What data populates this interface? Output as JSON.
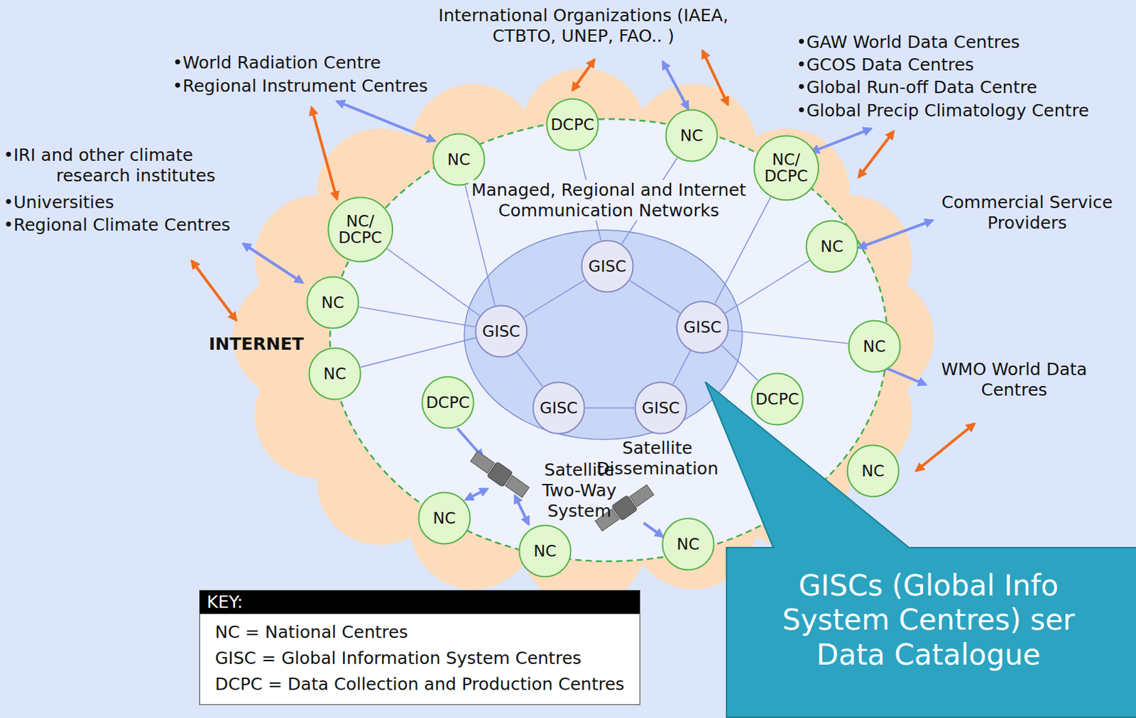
{
  "diagram": {
    "nodes": [
      {
        "text": [
          "DCPC"
        ]
      },
      {
        "text": [
          "NC"
        ]
      },
      {
        "text": [
          "NC"
        ]
      },
      {
        "text": [
          "NC/ DCPC"
        ]
      },
      {
        "text": [
          "NC/ DCPC"
        ]
      },
      {
        "text": [
          "NC"
        ]
      },
      {
        "text": [
          "GISC"
        ]
      },
      {
        "text": [
          "NC"
        ]
      },
      {
        "text": [
          "GISC"
        ]
      },
      {
        "text": [
          "GISC"
        ]
      },
      {
        "text": [
          "NC"
        ]
      },
      {
        "text": [
          "NC"
        ]
      },
      {
        "text": [
          "DCPC"
        ]
      },
      {
        "text": [
          "DCPC"
        ]
      },
      {
        "text": [
          "GISC"
        ]
      },
      {
        "text": [
          "GISC"
        ]
      },
      {
        "text": [
          "NC"
        ]
      },
      {
        "text": [
          "NC"
        ]
      },
      {
        "text": [
          "NC"
        ]
      },
      {
        "text": [
          "NC"
        ]
      },
      {
        "text": [
          "KEY:",
          "NC = National Centres",
          "GISC = Global Information System Centres",
          "DCPC = Data Collection and Production Centres"
        ]
      },
      {
        "text": [
          "GISCs (Global Info System Centres) ser Data Catalogue"
        ]
      }
    ],
    "edges": [
      {
        "from": 0,
        "to": 6,
        "arrow": "none"
      },
      {
        "from": 1,
        "to": 6,
        "arrow": "none"
      },
      {
        "from": 2,
        "to": 9,
        "arrow": "none"
      },
      {
        "from": 3,
        "to": 8,
        "arrow": "none"
      },
      {
        "from": 4,
        "to": 9,
        "arrow": "none"
      },
      {
        "from": 5,
        "to": 8,
        "arrow": "none"
      },
      {
        "from": 6,
        "to": 9,
        "arrow": "none"
      },
      {
        "from": 6,
        "to": 8,
        "arrow": "none"
      },
      {
        "from": 7,
        "to": 9,
        "arrow": "none"
      },
      {
        "from": 8,
        "to": 15,
        "arrow": "none"
      },
      {
        "from": 9,
        "to": 14,
        "arrow": "none"
      },
      {
        "from": 10,
        "to": 8,
        "arrow": "none"
      },
      {
        "from": 11,
        "to": 9,
        "arrow": "none"
      },
      {
        "from": 12,
        "to": 8,
        "arrow": "none"
      },
      {
        "from": 14,
        "to": 15,
        "arrow": "none"
      }
    ],
    "labels": [
      "International Organizations (IAEA, CTBTO, UNEP, FAO.. )",
      "•World Radiation Centre",
      "•Regional Instrument Centres",
      "•IRI and other climate research institutes",
      "•Universities",
      "•Regional Climate Centres",
      "•GAW World Data Centres",
      "•GCOS Data Centres",
      "•Global Run-off Data Centre",
      "•Global Precip Climatology Centre",
      "Commercial Service Providers",
      "WMO World Data Centres",
      "INTERNET",
      "Managed, Regional and Internet Communication Networks",
      "Satellite Two-Way System",
      "Satellite Dissemination"
    ]
  }
}
